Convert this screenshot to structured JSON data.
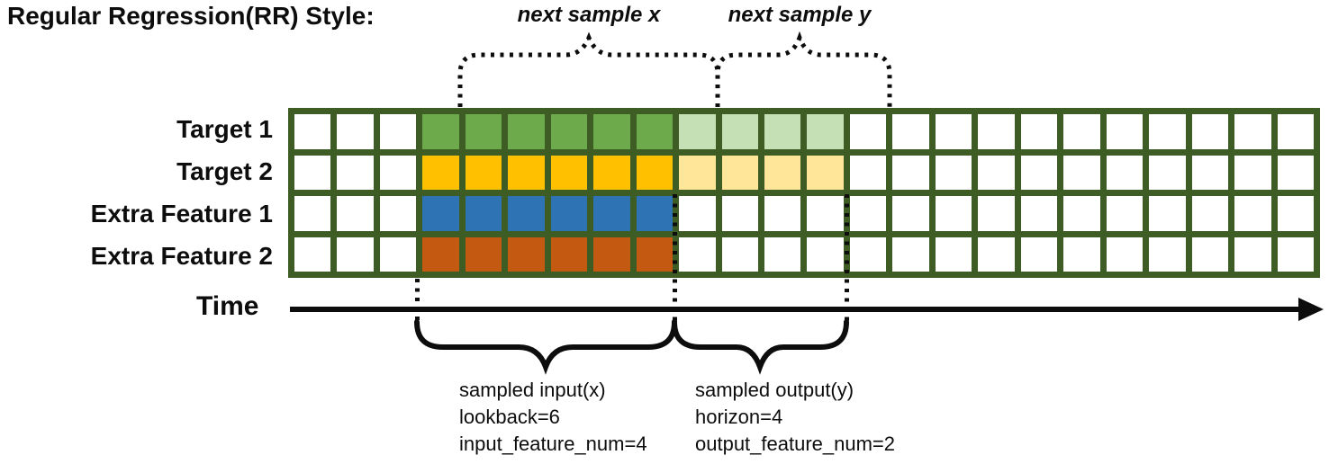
{
  "title": "Regular Regression(RR) Style:",
  "colors": {
    "grid_border": "#3E5D25",
    "cell_empty": "#FFFFFF",
    "line_black": "#0d0d0d"
  },
  "grid": {
    "columns": 24,
    "lead_empty_cols": 3,
    "lookback_cols": 6,
    "horizon_cols": 4,
    "rows": [
      {
        "label": "Target 1",
        "lookback_color": "#6CAA4B",
        "horizon_color": "#C5E0B4"
      },
      {
        "label": "Target 2",
        "lookback_color": "#FFC000",
        "horizon_color": "#FFE699"
      },
      {
        "label": "Extra Feature 1",
        "lookback_color": "#2E74B5",
        "horizon_color": null
      },
      {
        "label": "Extra Feature 2",
        "lookback_color": "#C45911",
        "horizon_color": null
      }
    ]
  },
  "annotations": {
    "next_sample_x": "next sample x",
    "next_sample_y": "next sample y",
    "time_label": "Time",
    "input_lines": [
      "sampled input(x)",
      "lookback=6",
      "input_feature_num=4"
    ],
    "output_lines": [
      "sampled output(y)",
      "horizon=4",
      "output_feature_num=2"
    ]
  }
}
